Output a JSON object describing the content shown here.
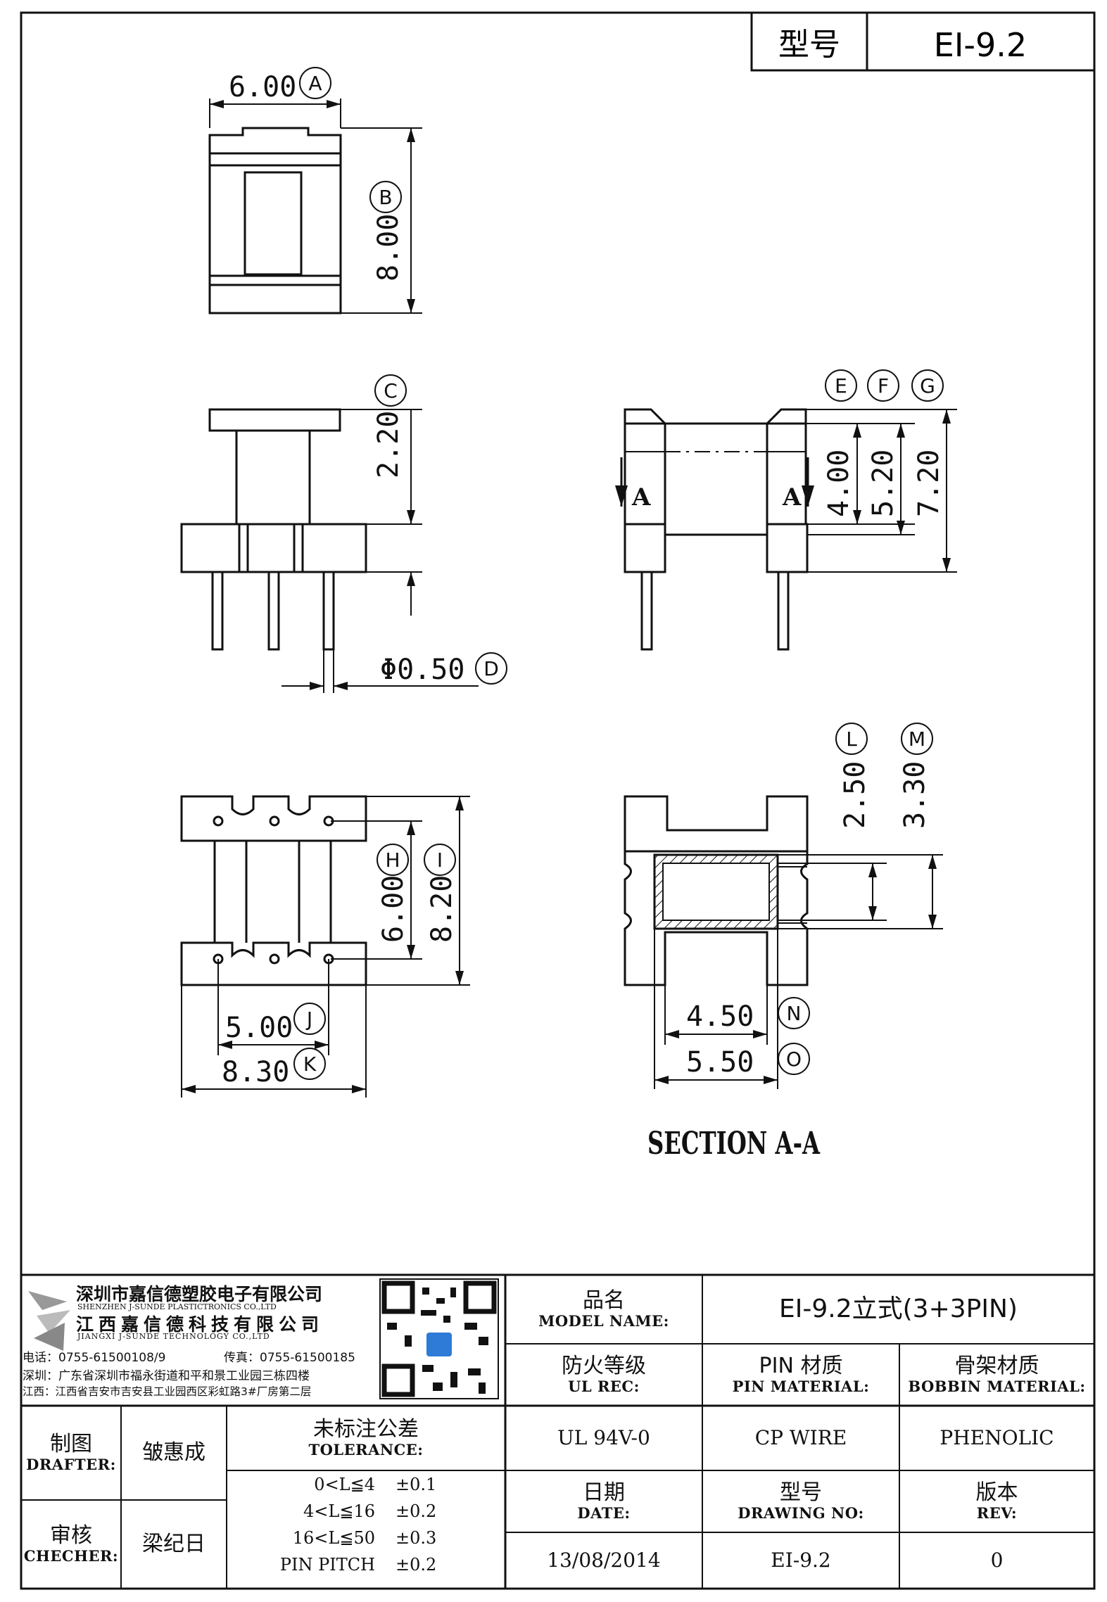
{
  "header": {
    "label": "型号",
    "value": "EI-9.2"
  },
  "views": {
    "top": {
      "dim_a": "6.00",
      "tag_a": "A",
      "dim_b": "8.00",
      "tag_b": "B"
    },
    "front": {
      "dim_c": "2.20",
      "tag_c": "C",
      "dim_d": "Φ0.50",
      "tag_d": "D"
    },
    "side": {
      "dim_e": "4.00",
      "tag_e": "E",
      "dim_f": "5.20",
      "tag_f": "F",
      "dim_g": "7.20",
      "tag_g": "G",
      "section_mark": "A"
    },
    "bottom": {
      "dim_h": "6.00",
      "tag_h": "H",
      "dim_i": "8.20",
      "tag_i": "I",
      "dim_j": "5.00",
      "tag_j": "J",
      "dim_k": "8.30",
      "tag_k": "K"
    },
    "section": {
      "dim_l": "2.50",
      "tag_l": "L",
      "dim_m": "3.30",
      "tag_m": "M",
      "dim_n": "4.50",
      "tag_n": "N",
      "dim_o": "5.50",
      "tag_o": "O",
      "title": "SECTION A-A"
    }
  },
  "company": {
    "name_cn_1": "深圳市嘉信德塑胶电子有限公司",
    "name_en_1": "SHENZHEN J-SUNDE PLASTICTRONICS CO.,LTD",
    "name_cn_2": "江西嘉信德科技有限公司",
    "name_en_2": "JIANGXI J-SUNDE TECHNOLOGY CO.,LTD",
    "phone": "电话：0755-61500108/9",
    "fax": "传真：0755-61500185",
    "addr_sz": "深圳：广东省深圳市福永街道和平和景工业园三栋四楼",
    "addr_jx": "江西：江西省吉安市吉安县工业园西区彩虹路3#厂房第二层"
  },
  "titleblock": {
    "model_name_cn": "品名",
    "model_name_en": "MODEL NAME:",
    "model_name_value": "EI-9.2立式(3+3PIN)",
    "ul_cn": "防火等级",
    "ul_en": "UL REC:",
    "ul_value": "UL 94V-0",
    "pin_cn": "PIN 材质",
    "pin_en": "PIN MATERIAL:",
    "pin_value": "CP WIRE",
    "bobbin_cn": "骨架材质",
    "bobbin_en": "BOBBIN MATERIAL:",
    "bobbin_value": "PHENOLIC",
    "date_cn": "日期",
    "date_en": "DATE:",
    "date_value": "13/08/2014",
    "dwg_cn": "型号",
    "dwg_en": "DRAWING NO:",
    "dwg_value": "EI-9.2",
    "rev_cn": "版本",
    "rev_en": "REV:",
    "rev_value": "0",
    "drafter_cn": "制图",
    "drafter_en": "DRAFTER:",
    "drafter_value": "皱惠成",
    "checker_cn": "审核",
    "checker_en": "CHECHER:",
    "checker_value": "梁纪日",
    "tolerance_cn": "未标注公差",
    "tolerance_en": "TOLERANCE:",
    "tolerances": [
      {
        "range": "0<L≦4",
        "value": "±0.1"
      },
      {
        "range": "4<L≦16",
        "value": "±0.2"
      },
      {
        "range": "16<L≦50",
        "value": "±0.3"
      },
      {
        "range": "PIN PITCH",
        "value": "±0.2"
      }
    ]
  }
}
